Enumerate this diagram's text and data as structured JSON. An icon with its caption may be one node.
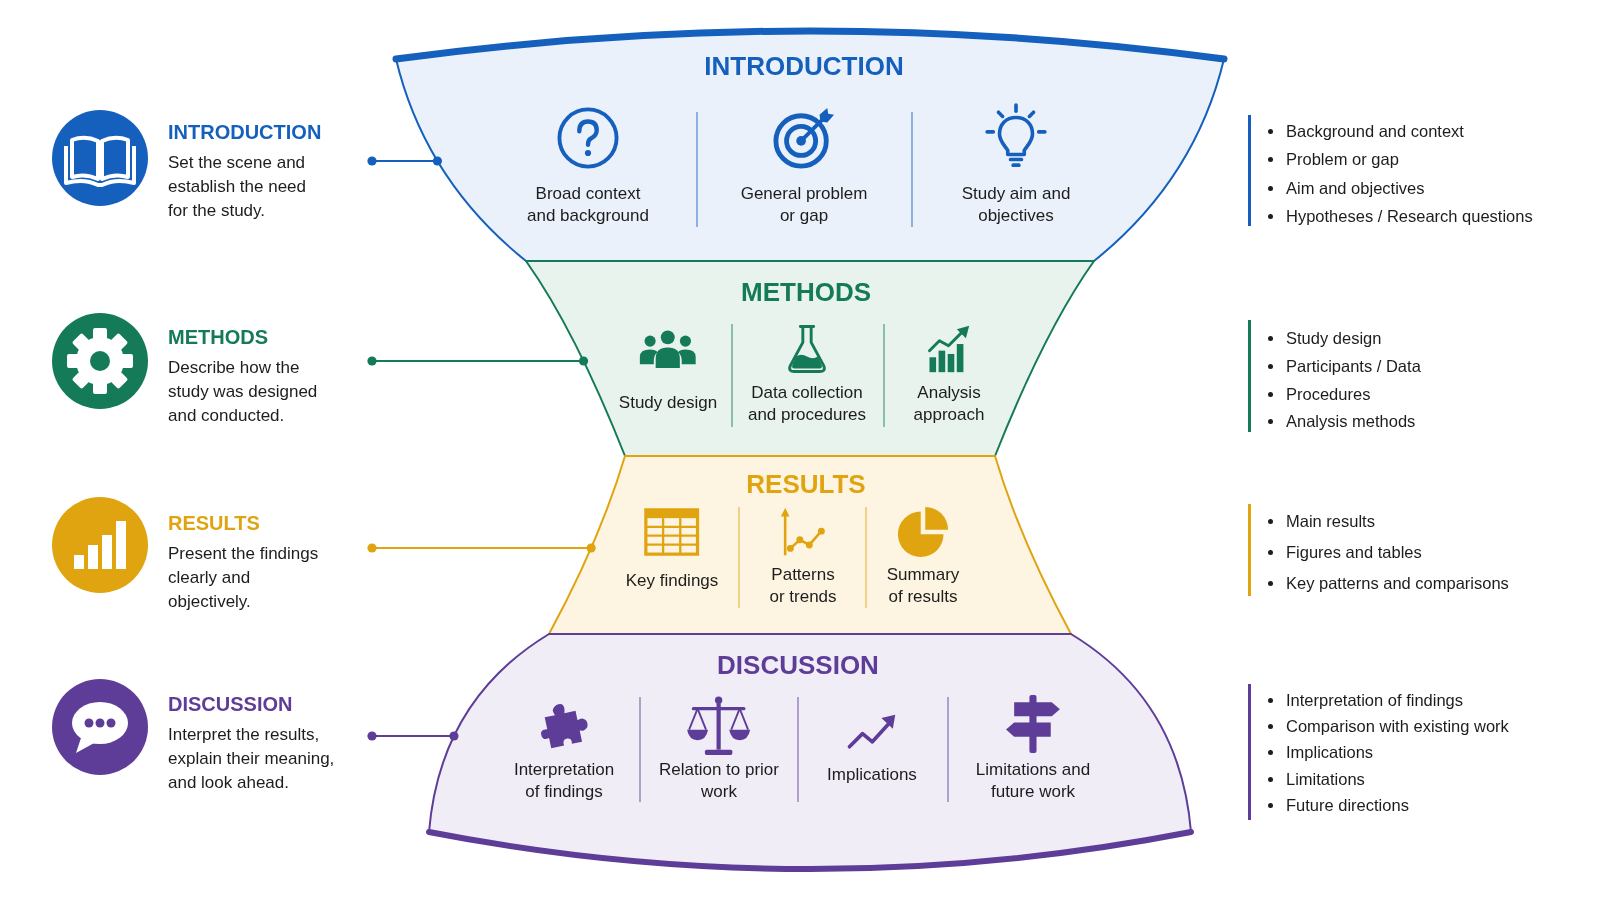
{
  "diagram": {
    "nodes": [
      {
        "text": [
          "INTRODUCTION",
          "Set the scene and establish the need for the study."
        ]
      },
      {
        "text": [
          "INTRODUCTION"
        ]
      },
      {
        "text": [
          "Broad context and background"
        ],
        "in": 1
      },
      {
        "text": [
          "General problem or gap"
        ],
        "in": 1
      },
      {
        "text": [
          "Study aim and objectives"
        ],
        "in": 1
      },
      {
        "text": [
          "METHODS",
          "Describe how the study was designed and conducted."
        ]
      },
      {
        "text": [
          "METHODS"
        ]
      },
      {
        "text": [
          "Study design"
        ],
        "in": 6
      },
      {
        "text": [
          "Data collection and procedures"
        ],
        "in": 6
      },
      {
        "text": [
          "Analysis approach"
        ],
        "in": 6
      },
      {
        "text": [
          "RESULTS",
          "Present the findings clearly and objectively."
        ]
      },
      {
        "text": [
          "RESULTS"
        ]
      },
      {
        "text": [
          "Key findings"
        ],
        "in": 11
      },
      {
        "text": [
          "Patterns or trends"
        ],
        "in": 11
      },
      {
        "text": [
          "Summary of results"
        ],
        "in": 11
      },
      {
        "text": [
          "DISCUSSION",
          "Interpret the results, explain their meaning, and look ahead."
        ]
      },
      {
        "text": [
          "DISCUSSION"
        ]
      },
      {
        "text": [
          "Interpretation of findings"
        ],
        "in": 16
      },
      {
        "text": [
          "Relation to prior work"
        ],
        "in": 16
      },
      {
        "text": [
          "Implications"
        ],
        "in": 16
      },
      {
        "text": [
          "Limitations and future work"
        ],
        "in": 16
      }
    ],
    "edges": [
      {
        "from": 0,
        "to": 1,
        "arrow": "other",
        "color": "#1560bd"
      },
      {
        "from": 5,
        "to": 6,
        "arrow": "other",
        "color": "#157a58"
      },
      {
        "from": 10,
        "to": 11,
        "arrow": "other",
        "color": "#e0a410"
      },
      {
        "from": 15,
        "to": 16,
        "arrow": "other",
        "color": "#5e3d98"
      }
    ],
    "labels": [
      "Background and context",
      "Problem or gap",
      "Aim and objectives",
      "Hypotheses / Research questions",
      "Study design",
      "Participants / Data",
      "Procedures",
      "Analysis methods",
      "Main results",
      "Figures and tables",
      "Key patterns and comparisons",
      "Interpretation of findings",
      "Comparison with existing work",
      "Implications",
      "Limitations",
      "Future directions"
    ]
  }
}
